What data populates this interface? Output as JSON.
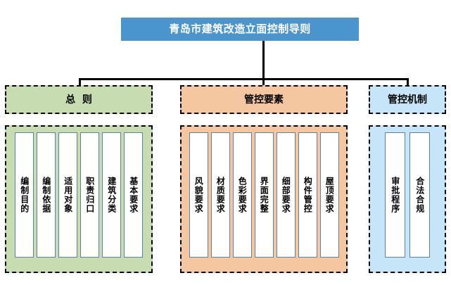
{
  "diagram": {
    "title": "青岛市建筑改造立面控制导则",
    "title_color": "#4a95cd",
    "title_text_color": "#ffffff",
    "connector_color": "#000000",
    "card_border_color": "#5b82ab",
    "card_background": "#ffffff",
    "sections": [
      {
        "id": "green",
        "header": "总  则",
        "color": "#c7ddb1",
        "items": [
          {
            "label": "编制目的"
          },
          {
            "label": "编制依据"
          },
          {
            "label": "适用对象"
          },
          {
            "label": "职责归口"
          },
          {
            "label": "建筑分类"
          },
          {
            "label": "基本要求"
          }
        ]
      },
      {
        "id": "orange",
        "header": "管控要素",
        "color": "#f5c7a1",
        "items": [
          {
            "label": "风貌要求"
          },
          {
            "label": "材质要求"
          },
          {
            "label": "色彩要求"
          },
          {
            "label": "界面完整"
          },
          {
            "label": "细部要求"
          },
          {
            "label": "构件管控"
          },
          {
            "label": "屋顶要求"
          }
        ]
      },
      {
        "id": "blue",
        "header": "管控机制",
        "color": "#c6e5f8",
        "items": [
          {
            "label": "审批程序"
          },
          {
            "label": "合法合规"
          }
        ]
      }
    ]
  }
}
